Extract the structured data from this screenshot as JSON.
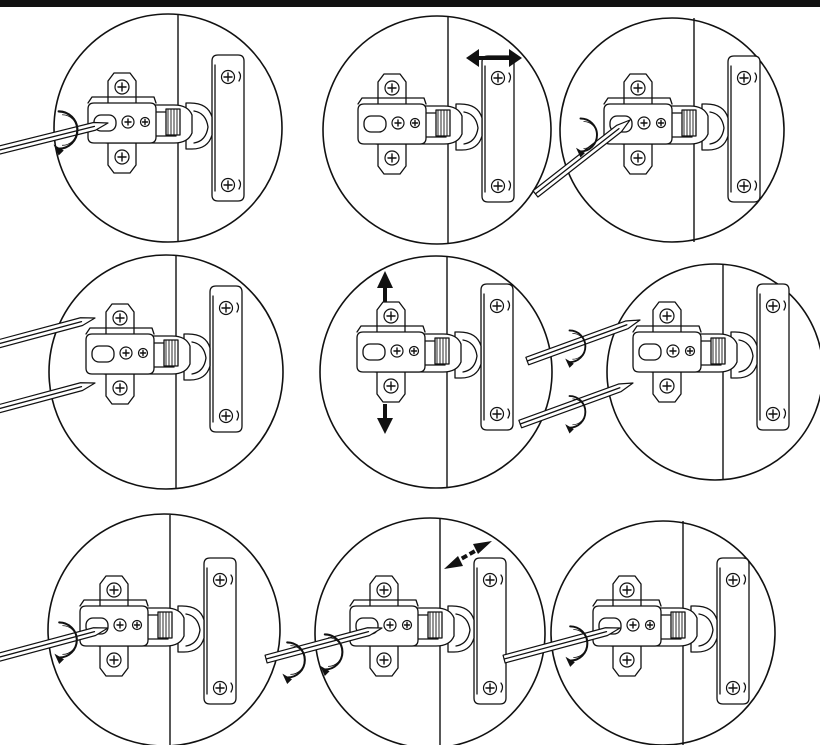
{
  "figure": {
    "rows": 3,
    "columns": 3,
    "panel_count": 9,
    "line_color": "#111111",
    "background_color": "#ffffff"
  },
  "icons": {
    "panel": "hinge-adjustment-panel",
    "hinge": "cabinet-hinge-icon",
    "mount_plate": "mounting-plate-icon",
    "screwdriver": "screwdriver-icon",
    "rotation": "rotation-arrow-icon",
    "horizontal_arrow": "double-arrow-horizontal-icon",
    "vertical_arrow": "double-arrow-vertical-icon",
    "depth_arrow": "double-arrow-depth-icon"
  }
}
